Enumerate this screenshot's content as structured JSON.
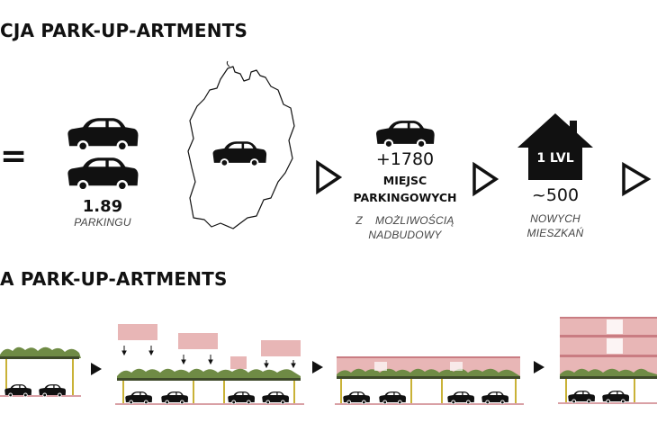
{
  "top_section": {
    "heading": "CJA PARK-UP-ARTMENTS",
    "equals_sign": "=",
    "ratio_value": "1.89",
    "ratio_label": "PARKINGU",
    "spaces_value": "+1780",
    "spaces_label_line1": "MIEJSC",
    "spaces_label_line2": "PARKINGOWYCH",
    "spaces_note_line1": "Z    MOŻLIWOŚCIĄ",
    "spaces_note_line2": "NADBUDOWY",
    "house_badge": "1 LVL",
    "homes_value": "~500",
    "homes_label_line1": "NOWYCH",
    "homes_label_line2": "MIESZKAŃ"
  },
  "bottom_section": {
    "heading": "A PARK-UP-ARTMENTS"
  },
  "colors": {
    "ink": "#111111",
    "module_pink": "#e8b6b6",
    "band_red": "#c97c82",
    "greenery": "#6f8b45",
    "column_yellow": "#c9b237",
    "ground_line": "#d9a0a5"
  },
  "icons": {
    "car": "car-icon",
    "house": "house-icon",
    "arrow_outline": "triangle-arrow-outline-icon",
    "arrow_solid": "triangle-arrow-solid-icon",
    "down_arrow": "down-arrow-icon",
    "district_map": "district-outline-map"
  }
}
